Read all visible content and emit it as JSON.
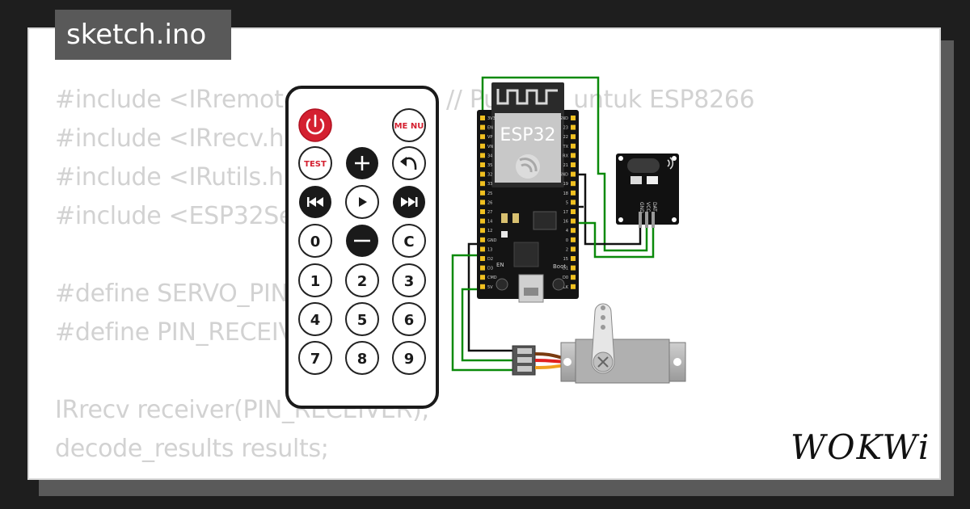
{
  "file": {
    "name": "sketch.ino"
  },
  "code_lines": [
    "#include <IRremote",
    "#include <IRrecv.h>",
    "#include <IRutils.h>",
    "#include <ESP32Se",
    "",
    "#define SERVO_PIN",
    "#define PIN_RECEIV",
    "",
    "IRrecv receiver(PIN_RECEIVER);",
    "decode_results results;"
  ],
  "code_fragment": "// Pu          untuk ESP8266",
  "remote": {
    "power_icon": "power-icon",
    "menu_label": "ME NU",
    "test_label": "TEST",
    "plus_icon": "plus-icon",
    "back_icon": "back-arrow-icon",
    "prev_icon": "rewind-icon",
    "play_icon": "play-icon",
    "next_icon": "fast-forward-icon",
    "zero": "0",
    "minus_icon": "minus-icon",
    "c_label": "C",
    "digits": [
      "1",
      "2",
      "3",
      "4",
      "5",
      "6",
      "7",
      "8",
      "9"
    ]
  },
  "board": {
    "label": "ESP32",
    "en_label": "EN",
    "boot_label": "Boot",
    "left_pins": [
      "3V3",
      "EN",
      "VP",
      "VN",
      "34",
      "35",
      "32",
      "33",
      "25",
      "26",
      "27",
      "14",
      "12",
      "GND",
      "13",
      "D2",
      "D3",
      "CMD",
      "5V"
    ],
    "right_pins": [
      "GND",
      "23",
      "22",
      "TX",
      "RX",
      "21",
      "GND",
      "19",
      "18",
      "5",
      "17",
      "16",
      "4",
      "0",
      "2",
      "15",
      "D1",
      "D0",
      "CLK"
    ]
  },
  "receiver": {
    "pins": [
      "GND",
      "VCC",
      "DAT"
    ]
  },
  "brand": {
    "name": "WOKWi"
  },
  "colors": {
    "wire_green": "#0a8a0a",
    "wire_black": "#111111",
    "servo_brown": "#7a3b10",
    "servo_red": "#e02020",
    "servo_orange": "#f0a020"
  }
}
